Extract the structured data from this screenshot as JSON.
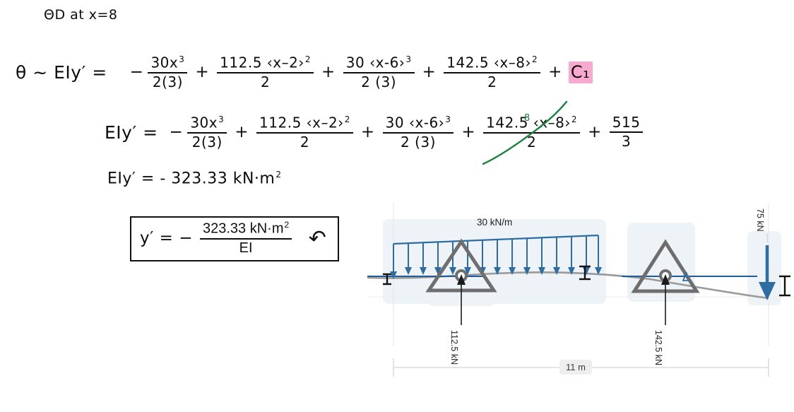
{
  "notes": {
    "header": "ΘD  at   x=8",
    "equation1": {
      "lead": "θ ~ EIy′ =",
      "t1_sign": "−",
      "t1_num": "30x",
      "t1_num_exp": "3",
      "t1_den": "2(3)",
      "op1": "+",
      "t2_num": "112.5 ‹x–2›",
      "t2_num_exp": "2",
      "t2_den": "2",
      "op2": "+",
      "t3_num": "30 ‹x-6›",
      "t3_num_exp": "3",
      "t3_den": "2 (3)",
      "op3": "+",
      "t4_num": "142.5 ‹x–8›",
      "t4_num_exp": "2",
      "t4_den": "2",
      "op4": "+",
      "constant": "C₁"
    },
    "equation2": {
      "lead": "EIy′ =",
      "t1_sign": "−",
      "t1_num": "30x",
      "t1_num_exp": "3",
      "t1_den": "2(3)",
      "op1": "+",
      "t2_num": "112.5 ‹x–2›",
      "t2_num_exp": "2",
      "t2_den": "2",
      "op2": "+",
      "t3_num": "30 ‹x-6›",
      "t3_num_exp": "3",
      "t3_den": "2 (3)",
      "op3": "+",
      "t4_num": "142.5 ‹x–8›",
      "t4_num_exp": "2",
      "t4_den": "2",
      "op4": "+",
      "c_num": "515",
      "c_den": "3",
      "green_annotation": "8"
    },
    "result": "EIy′ =  - 323.33 kN·m",
    "result_exp": "2",
    "answer": {
      "lhs": "y′  =   −",
      "num": "323.33 kN·m",
      "num_exp": "2",
      "den": "EI",
      "rotation_symbol": "↷"
    }
  },
  "diagram": {
    "distributed_load_label": "30 kN/m",
    "point_load_label": "75 kN",
    "reaction_left_label": "112.5 kN",
    "reaction_right_label": "142.5 kN",
    "span_label": "11 m",
    "colors": {
      "load_blue": "#2e6da4",
      "beam_gray": "#9a9a9a",
      "support_gray": "#6e6e6e",
      "dim_gray": "#d8d8d8",
      "highlight_blue": "#eaf0f7"
    }
  }
}
